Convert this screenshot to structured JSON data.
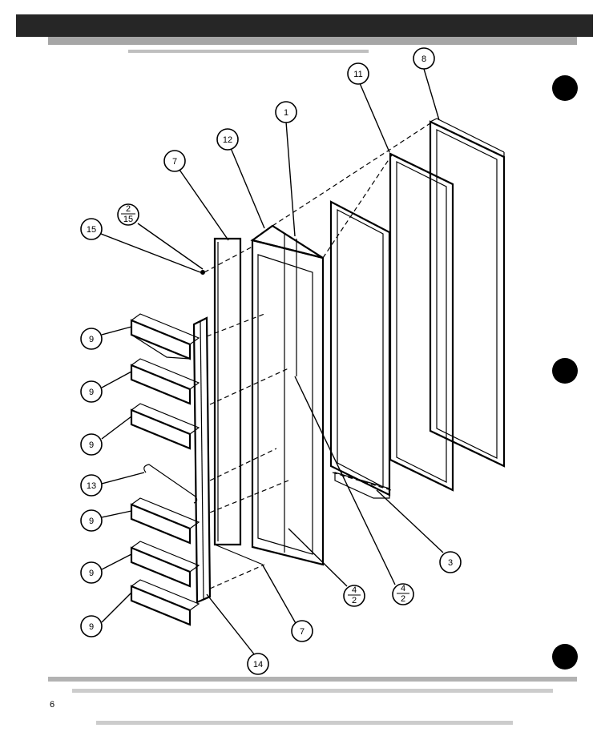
{
  "page_number": "6",
  "callouts": [
    {
      "id": "c1",
      "label": "1"
    },
    {
      "id": "c2",
      "label": "2",
      "sub": "15"
    },
    {
      "id": "c3",
      "label": "3"
    },
    {
      "id": "c4a",
      "label": "4",
      "sub": "2"
    },
    {
      "id": "c4b",
      "label": "4",
      "sub": "2"
    },
    {
      "id": "c7a",
      "label": "7"
    },
    {
      "id": "c7b",
      "label": "7"
    },
    {
      "id": "c8",
      "label": "8"
    },
    {
      "id": "c9a",
      "label": "9"
    },
    {
      "id": "c9b",
      "label": "9"
    },
    {
      "id": "c9c",
      "label": "9"
    },
    {
      "id": "c9d",
      "label": "9"
    },
    {
      "id": "c9e",
      "label": "9"
    },
    {
      "id": "c9f",
      "label": "9"
    },
    {
      "id": "c11",
      "label": "11"
    },
    {
      "id": "c12",
      "label": "12"
    },
    {
      "id": "c13",
      "label": "13"
    },
    {
      "id": "c14",
      "label": "14"
    },
    {
      "id": "c15",
      "label": "15"
    }
  ]
}
